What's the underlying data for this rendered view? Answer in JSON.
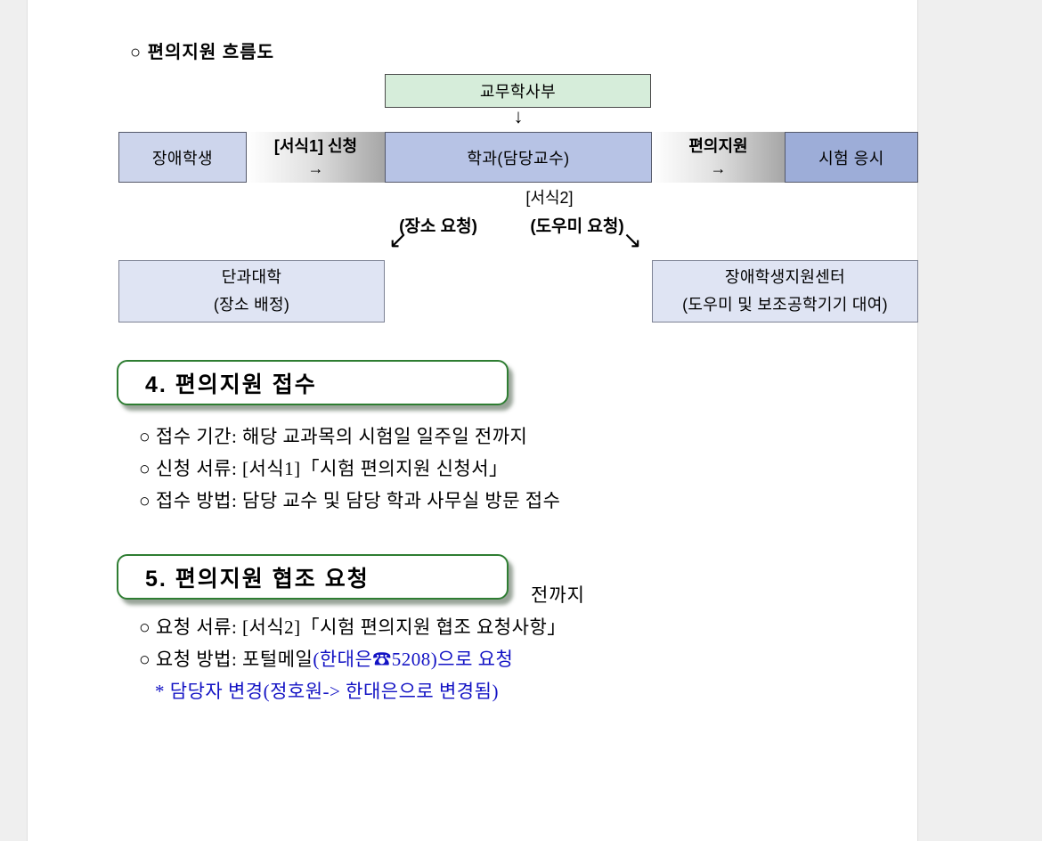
{
  "flowchart": {
    "title": "○ 편의지원 흐름도",
    "top_box_label": "교무학사부",
    "down_arrow": "↓",
    "student_box_label": "장애학생",
    "apply_arrow_label": "[서식1] 신청",
    "apply_arrow_glyph": "→",
    "dept_box_label": "학과(담당교수)",
    "support_arrow_label": "편의지원",
    "support_arrow_glyph": "→",
    "exam_box_label": "시험 응시",
    "form2_label": "[서식2]",
    "place_request_label": "(장소 요청)",
    "helper_request_label": "(도우미 요청)",
    "diag_arrow_left": "↙",
    "diag_arrow_right": "↘",
    "college_box_line1": "단과대학",
    "college_box_line2": "(장소 배정)",
    "support_box_line1": "장애학생지원센터",
    "support_box_line2": "(도우미 및 보조공학기기 대여)"
  },
  "section4": {
    "title": "4. 편의지원 접수",
    "items": [
      "○ 접수 기간: 해당 교과목의 시험일 일주일 전까지",
      "○ 신청 서류: [서식1]「시험 편의지원 신청서」",
      "○ 접수 방법: 담당 교수 및 담당 학과 사무실 방문 접수"
    ]
  },
  "section5": {
    "title": "5. 편의지원 협조 요청",
    "clipped_text": "전까지",
    "item1": "○ 요청 서류: [서식2]「시험 편의지원 협조 요청사항」",
    "item2_prefix": "○ 요청 방법: 포털메일",
    "item2_highlight": "(한대은☎5208)으로 요청",
    "item3": "* 담당자 변경(정호원-> 한대은으로 변경됨)"
  },
  "colors": {
    "blue_text": "#1212c4",
    "heading_border_green": "#2e7d32",
    "top_box_fill": "#d6edda",
    "student_box_fill": "#cdd5ec",
    "dept_box_fill": "#b7c3e5",
    "exam_box_fill": "#9dadd8",
    "bottom_box_fill": "#dfe4f3"
  }
}
